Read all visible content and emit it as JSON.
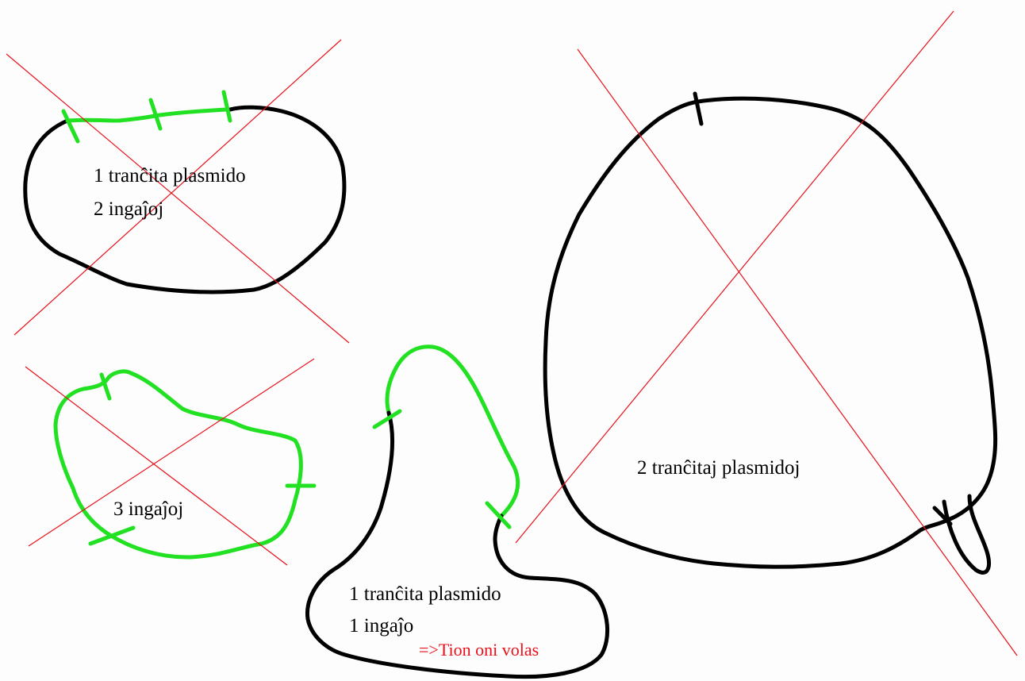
{
  "diagram": {
    "colors": {
      "outline": "#000000",
      "insert": "#22e122",
      "cross": "#e8101a",
      "background": "#fdfdfd"
    },
    "shapes": [
      {
        "id": "top-left",
        "crossed": true,
        "lines": [
          "1 tranĉita plasmido",
          "2 ingaĵoj"
        ]
      },
      {
        "id": "bottom-left",
        "crossed": true,
        "lines": [
          "3 ingaĵoj"
        ]
      },
      {
        "id": "bottom-middle",
        "crossed": false,
        "lines": [
          "1 tranĉita plasmido",
          "1 ingaĵo"
        ],
        "note": "=>Tion oni volas"
      },
      {
        "id": "right",
        "crossed": true,
        "lines": [
          "2 tranĉitaj plasmidoj"
        ]
      }
    ]
  }
}
